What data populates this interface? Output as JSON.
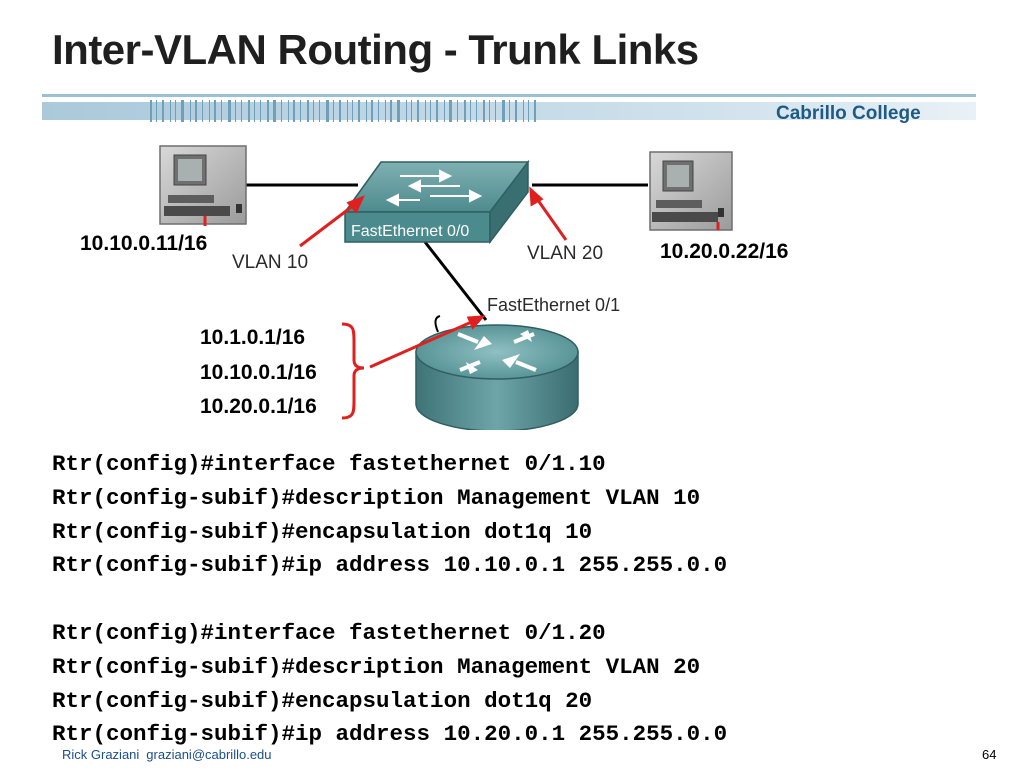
{
  "slide": {
    "title": "Inter-VLAN Routing - Trunk Links",
    "brand": "Cabrillo College"
  },
  "diagram": {
    "pc_left_ip": "10.10.0.11/16",
    "pc_right_ip": "10.20.0.22/16",
    "switch_port_label": "FastEthernet 0/0",
    "router_port_label": "FastEthernet 0/1",
    "vlan_left": "VLAN 10",
    "vlan_right": "VLAN 20",
    "router_ips": [
      "10.1.0.1/16",
      "10.10.0.1/16",
      "10.20.0.1/16"
    ],
    "colors": {
      "arrow": "#e0201e",
      "device_teal": "#4b8a8d",
      "link": "#000000"
    }
  },
  "code_lines": [
    "Rtr(config)#interface fastethernet 0/1.10",
    "Rtr(config-subif)#description Management VLAN 10",
    "Rtr(config-subif)#encapsulation dot1q 10",
    "Rtr(config-subif)#ip address 10.10.0.1 255.255.0.0",
    "",
    "Rtr(config)#interface fastethernet 0/1.20",
    "Rtr(config-subif)#description Management VLAN 20",
    "Rtr(config-subif)#encapsulation dot1q 20",
    "Rtr(config-subif)#ip address 10.20.0.1 255.255.0.0"
  ],
  "footer": {
    "author": "Rick Graziani",
    "email": "graziani@cabrillo.edu",
    "page": "64"
  }
}
